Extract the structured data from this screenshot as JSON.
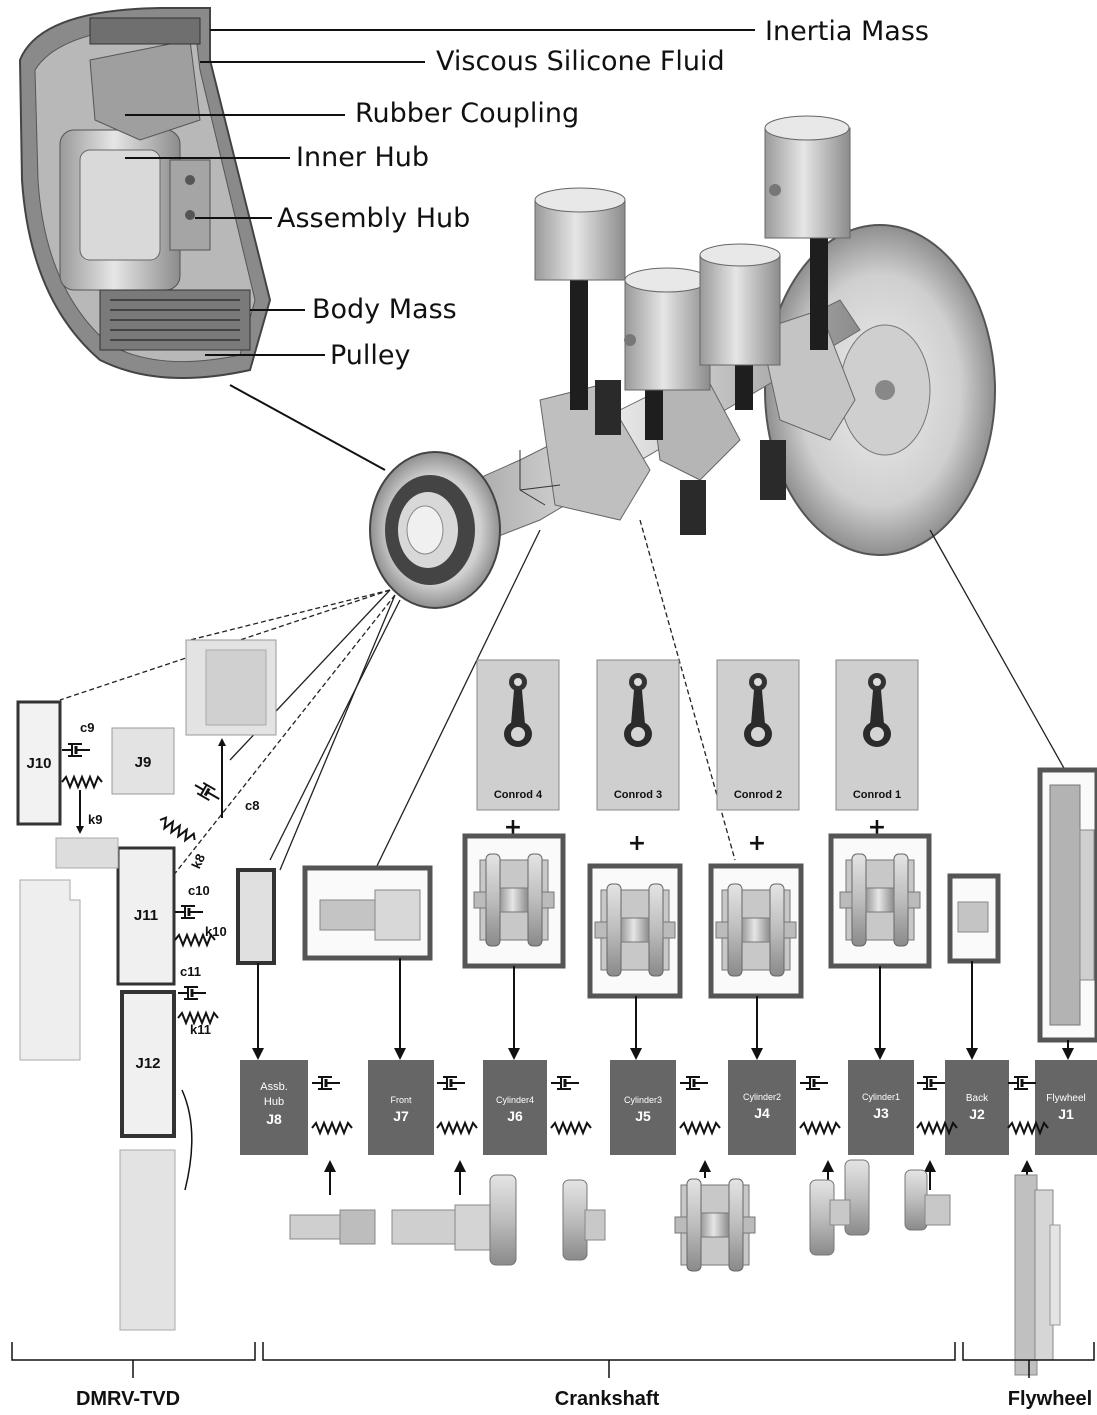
{
  "callouts": {
    "inertia_mass": "Inertia Mass",
    "viscous_fluid": "Viscous Silicone Fluid",
    "rubber_coupling": "Rubber Coupling",
    "inner_hub": "Inner Hub",
    "assembly_hub": "Assembly Hub",
    "body_mass": "Body Mass",
    "pulley": "Pulley"
  },
  "conrods": [
    "Conrod 4",
    "Conrod 3",
    "Conrod 2",
    "Conrod 1"
  ],
  "plus_sign": "+",
  "chain": [
    {
      "l1": "Assb.",
      "l2": "Hub",
      "l3": "J8"
    },
    {
      "l1": "Front",
      "l2": "J7"
    },
    {
      "l1": "Cylinder4",
      "l2": "J6"
    },
    {
      "l1": "Cylinder3",
      "l2": "J5"
    },
    {
      "l1": "Cylinder2",
      "l2": "J4"
    },
    {
      "l1": "Cylinder1",
      "l2": "J3"
    },
    {
      "l1": "Back",
      "l2": "J2"
    },
    {
      "l1": "Flywheel",
      "l2": "J1"
    }
  ],
  "tvd": {
    "j10": "J10",
    "j9": "J9",
    "j11": "J11",
    "j12": "J12",
    "c9": "c9",
    "k9": "k9",
    "c8": "c8",
    "k8": "k8",
    "c10": "c10",
    "k10": "k10",
    "c11": "c11",
    "k11": "k11"
  },
  "sections": {
    "dmrv": "DMRV-TVD",
    "crankshaft": "Crankshaft",
    "flywheel": "Flywheel"
  },
  "colors": {
    "block": "#666666",
    "frame": "#555555",
    "part_light": "#d4d4d4",
    "part_mid": "#a8a8a8",
    "part_dark": "#6e6e6e"
  }
}
